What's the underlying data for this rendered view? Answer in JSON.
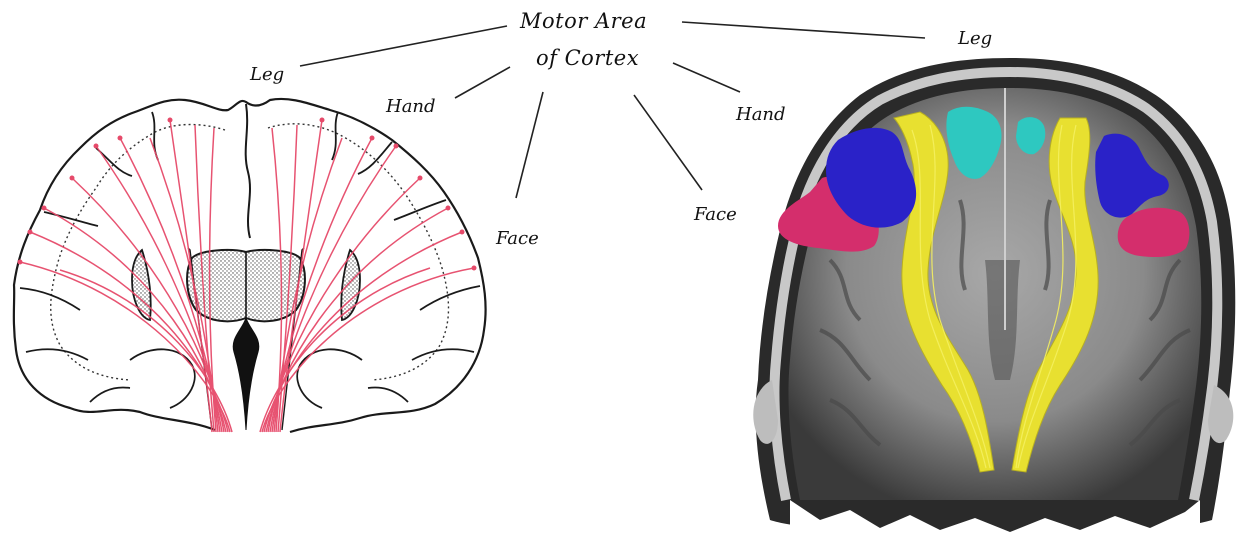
{
  "title_line1": "Motor Area",
  "title_line2": "of Cortex",
  "left_labels": {
    "leg": "Leg",
    "hand": "Hand",
    "face": "Face"
  },
  "right_labels": {
    "leg": "Leg",
    "hand": "Hand",
    "face": "Face"
  },
  "colors": {
    "tract_red": "#e64a6a",
    "outline": "#1a1a1a",
    "mri_gray": "#8e8e8e",
    "tract_yellow": "#e8e030",
    "face_magenta": "#d42e6c",
    "hand_blue": "#2a22c8",
    "leg_cyan": "#2ec8c0"
  }
}
